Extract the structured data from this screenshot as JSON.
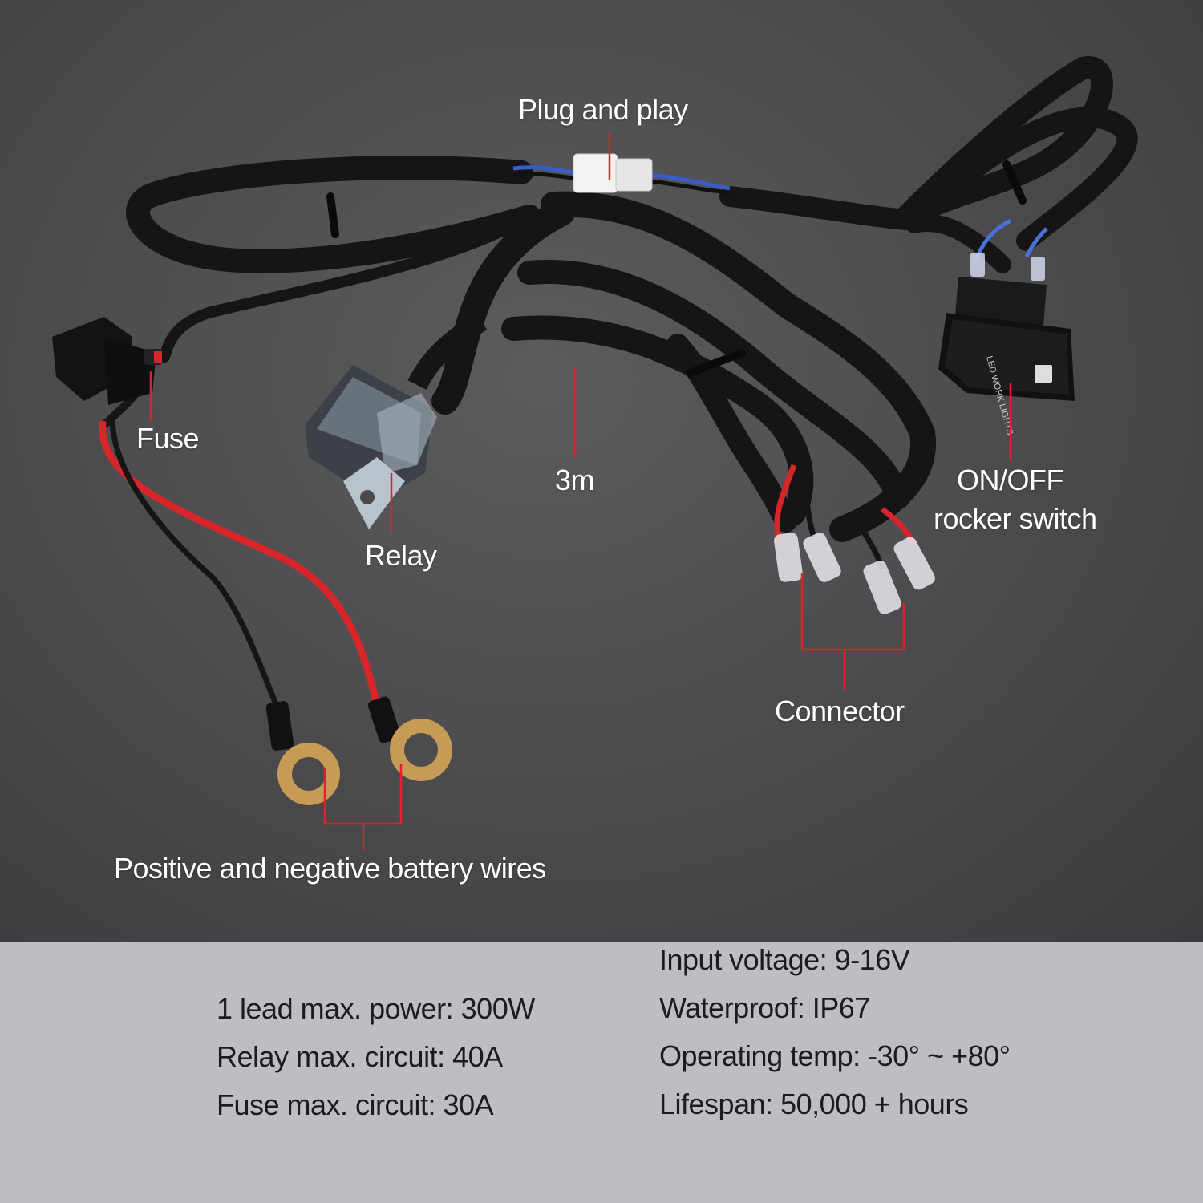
{
  "labels": {
    "plug_and_play": "Plug and play",
    "fuse": "Fuse",
    "relay": "Relay",
    "length": "3m",
    "switch_line1": "ON/OFF",
    "switch_line2": "rocker switch",
    "connector": "Connector",
    "battery_wires": "Positive and negative battery wires"
  },
  "switch_face_text": "LED WORK LIGHTS",
  "specs": {
    "left": [
      "1 lead max. power: 300W",
      "Relay max. circuit: 40A",
      "Fuse max. circuit: 30A"
    ],
    "right": [
      "Input voltage: 9-16V",
      "Waterproof: IP67",
      "Operating temp: -30° ~ +80°",
      "Lifespan: 50,000 + hours"
    ]
  },
  "colors": {
    "background_photo": "#4a4a4c",
    "spec_panel": "#bdbec1",
    "callout_line": "#e0202a",
    "wire_red": "#d8252a",
    "wire_blue": "#3a5cc8",
    "cable_black": "#151515",
    "ring_terminal": "#c79a55",
    "label_text": "#ffffff",
    "spec_text": "#1c1c1c"
  }
}
